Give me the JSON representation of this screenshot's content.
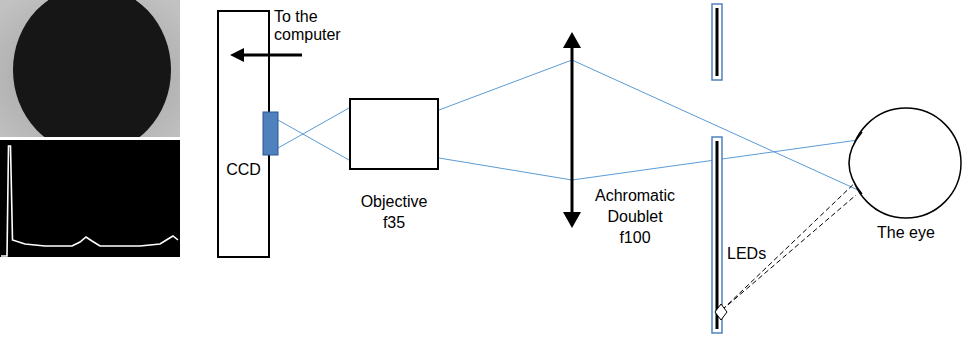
{
  "diagram": {
    "nodes": [
      {
        "text": [
          "CCD"
        ]
      },
      {
        "text": [
          "Objective f35"
        ]
      },
      {
        "text": [
          "The eye"
        ]
      }
    ],
    "labels": [
      "To the computer",
      "Achromatic Doublet f100",
      "LEDs"
    ]
  }
}
